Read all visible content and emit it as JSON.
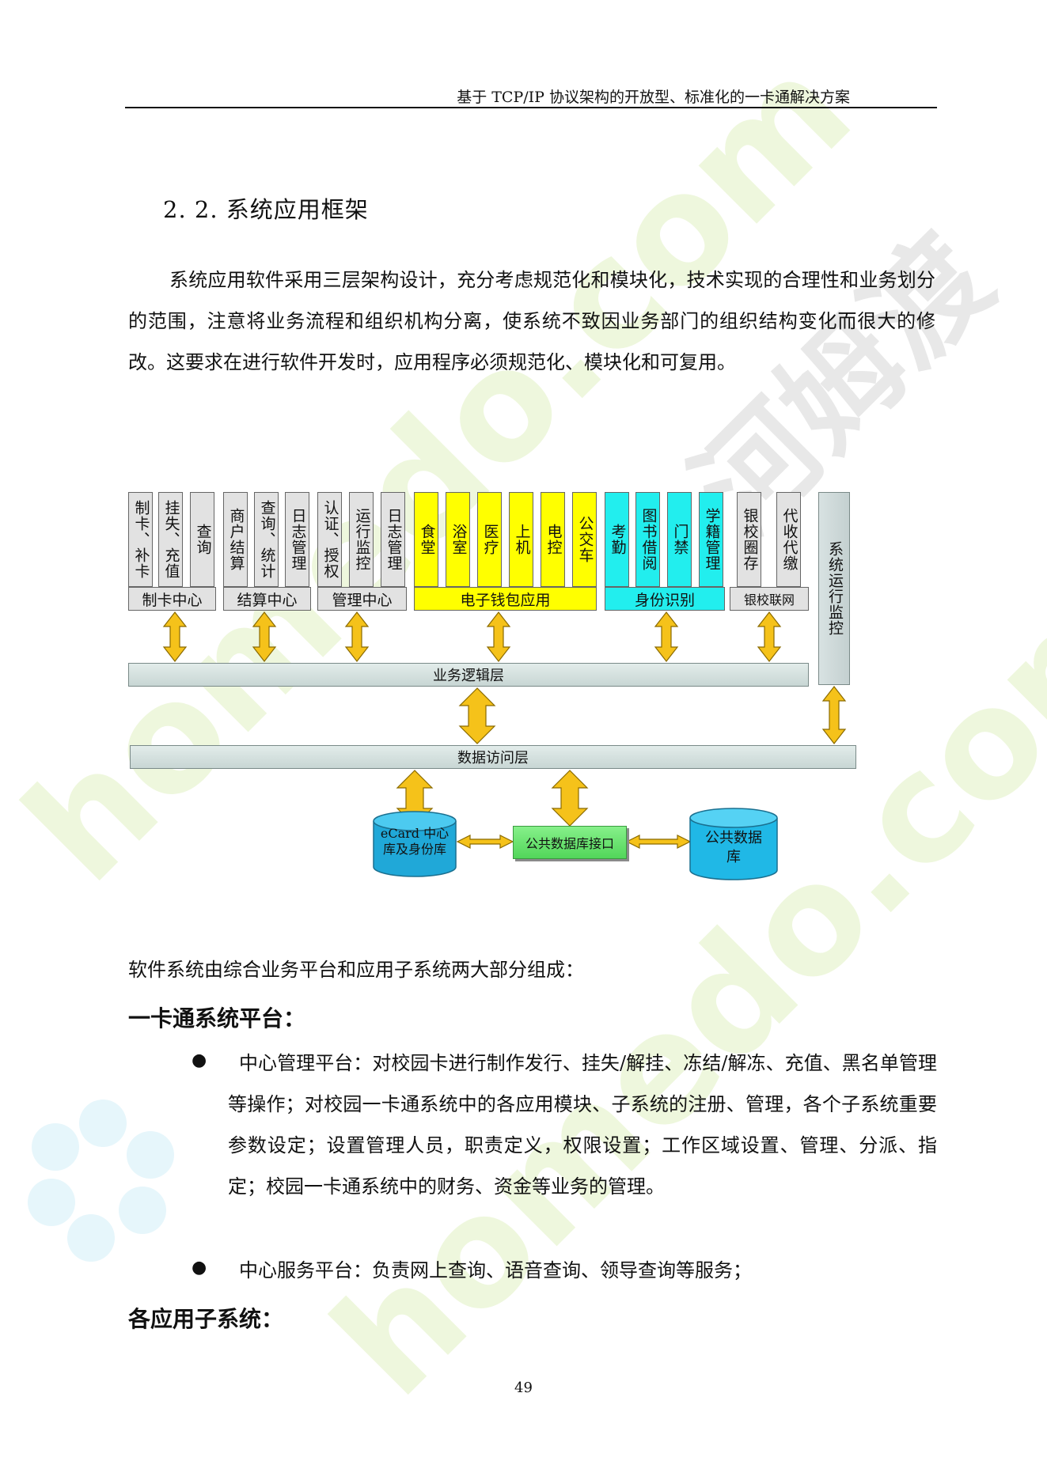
{
  "header": {
    "title": "基于 TCP/IP 协议架构的开放型、标准化的一卡通解决方案"
  },
  "section": {
    "title": "2. 2. 系统应用框架"
  },
  "intro": {
    "text": "系统应用软件采用三层架构设计，充分考虑规范化和模块化，技术实现的合理性和业务划分的范围，注意将业务流程和组织机构分离，使系统不致因业务部门的组织结构变化而很大的修改。这要求在进行软件开发时，应用程序必须规范化、模块化和可复用。"
  },
  "diagram": {
    "groups": [
      {
        "label": "制卡中心",
        "color": "#e2e2e2",
        "items": [
          "制卡、补卡",
          "挂失、充值",
          "查询"
        ]
      },
      {
        "label": "结算中心",
        "color": "#e2e2e2",
        "items": [
          "商户结算",
          "查询、统计",
          "日志管理"
        ]
      },
      {
        "label": "管理中心",
        "color": "#e2e2e2",
        "items": [
          "认证、授权",
          "运行监控",
          "日志管理"
        ]
      },
      {
        "label": "电子钱包应用",
        "color": "#ffff00",
        "items": [
          "食堂",
          "浴室",
          "医疗",
          "上机",
          "电控",
          "公交车"
        ]
      },
      {
        "label": "身份识别",
        "color": "#22eeee",
        "items": [
          "考勤",
          "图书借阅",
          "门禁",
          "学籍管理"
        ]
      },
      {
        "label": "银校联网",
        "color": "#e2e2e2",
        "items": [
          "银校圈存",
          "代收代缴"
        ]
      }
    ],
    "monitor": "系统运行监控",
    "logic_layer": "业务逻辑层",
    "data_layer": "数据访问层",
    "ecard_db": "eCard 中心库及身份库",
    "interface": "公共数据库接口",
    "public_db": "公共数据库"
  },
  "composition": {
    "text": "软件系统由综合业务平台和应用子系统两大部分组成："
  },
  "platform": {
    "title": "一卡通系统平台：",
    "bullets": [
      "中心管理平台：对校园卡进行制作发行、挂失/解挂、冻结/解冻、充值、黑名单管理等操作；对校园一卡通系统中的各应用模块、子系统的注册、管理，各个子系统重要参数设定；设置管理人员，职责定义，权限设置；工作区域设置、管理、分派、指定；校园一卡通系统中的财务、资金等业务的管理。",
      "中心服务平台：负责网上查询、语音查询、领导查询等服务；"
    ]
  },
  "subsystems": {
    "title": "各应用子系统："
  },
  "page": {
    "number": "49"
  }
}
